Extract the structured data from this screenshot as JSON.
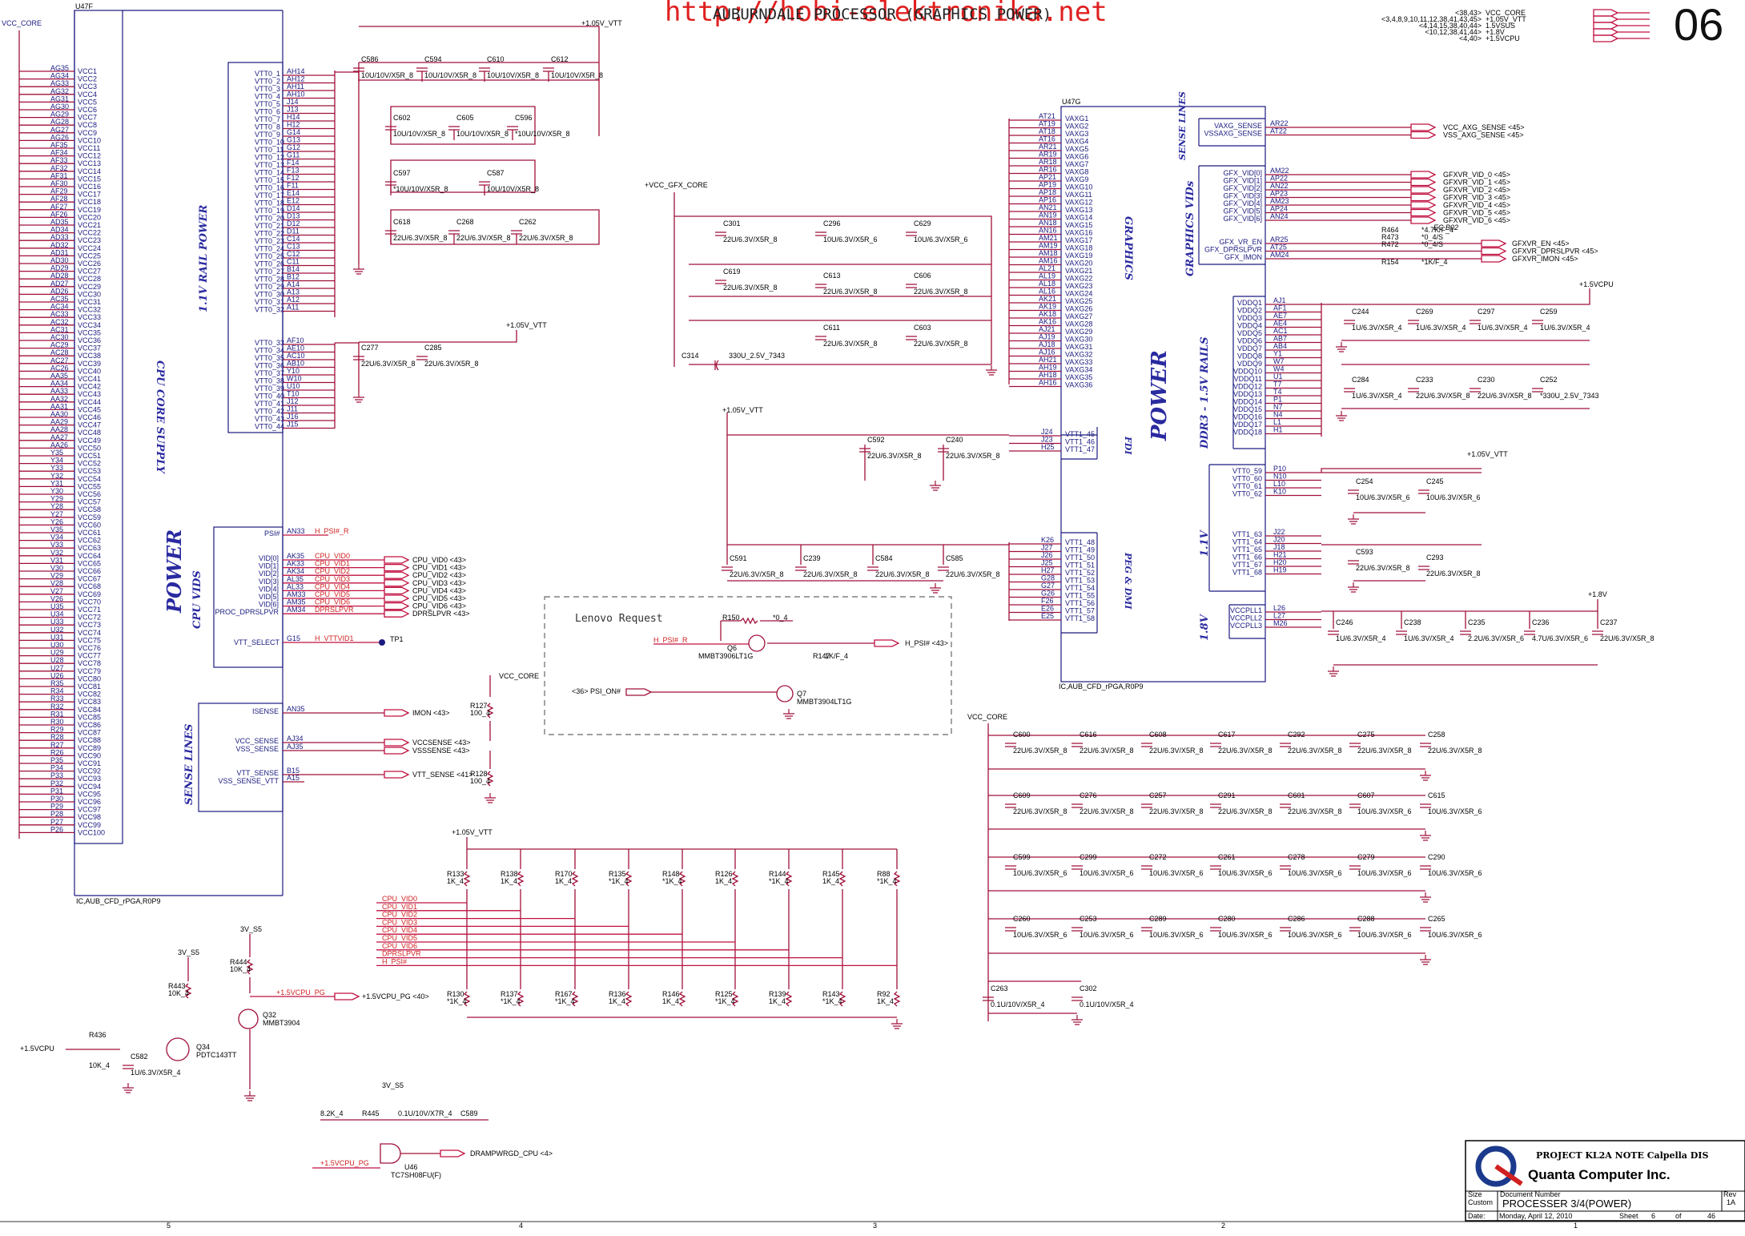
{
  "watermark": "http://hobi-elektronika.net",
  "page_title": "AUBURNDALE PROCESSOR (GRAPHICS POWER)",
  "page_number": "06",
  "offpage": [
    {
      "ref": "<38,43>",
      "net": "VCC_CORE"
    },
    {
      "ref": "<3,4,8,9,10,11,12,38,41,43,45>",
      "net": "+1.05V_VTT"
    },
    {
      "ref": "<4,14,15,38,40,44>",
      "net": "1.5VSUS"
    },
    {
      "ref": "<10,12,38,41,44>",
      "net": "+1.8V"
    },
    {
      "ref": "<4,40>",
      "net": "+1.5VCPU"
    }
  ],
  "u47f": {
    "ref": "U47F",
    "part": "IC,AUB_CFD_rPGA,R0P9",
    "section_core": "CPU CORE SUPPLY",
    "section_rail": "1.1V RAIL POWER",
    "power": "POWER",
    "section_vids": "CPU VIDS",
    "section_sense": "SENSE LINES",
    "vcc_net": "VCC_CORE",
    "vcc_balls": [
      "AG35",
      "AG34",
      "AG33",
      "AG32",
      "AG31",
      "AG30",
      "AG29",
      "AG28",
      "AG27",
      "AG26",
      "AF35",
      "AF34",
      "AF33",
      "AF32",
      "AF31",
      "AF30",
      "AF29",
      "AF28",
      "AF27",
      "AF26",
      "AD35",
      "AD34",
      "AD33",
      "AD32",
      "AD31",
      "AD30",
      "AD29",
      "AD28",
      "AD27",
      "AD26",
      "AC35",
      "AC34",
      "AC33",
      "AC32",
      "AC31",
      "AC30",
      "AC29",
      "AC28",
      "AC27",
      "AC26",
      "AA35",
      "AA34",
      "AA33",
      "AA32",
      "AA31",
      "AA30",
      "AA29",
      "AA28",
      "AA27",
      "AA26",
      "Y35",
      "Y34",
      "Y33",
      "Y32",
      "Y31",
      "Y30",
      "Y29",
      "Y28",
      "Y27",
      "Y26",
      "V35",
      "V34",
      "V33",
      "V32",
      "V31",
      "V30",
      "V29",
      "V28",
      "V27",
      "V26",
      "U35",
      "U34",
      "U33",
      "U32",
      "U31",
      "U30",
      "U29",
      "U28",
      "U27",
      "U26",
      "R35",
      "R34",
      "R33",
      "R32",
      "R31",
      "R30",
      "R29",
      "R28",
      "R27",
      "R26",
      "P35",
      "P34",
      "P33",
      "P32",
      "P31",
      "P30",
      "P29",
      "P28",
      "P27",
      "P26"
    ],
    "vtt_a": {
      "pins": [
        "VTT0_1",
        "VTT0_2",
        "VTT0_3",
        "VTT0_4",
        "VTT0_5",
        "VTT0_6",
        "VTT0_7",
        "VTT0_8",
        "VTT0_9",
        "VTT0_10",
        "VTT0_11",
        "VTT0_12",
        "VTT0_13",
        "VTT0_14",
        "VTT0_15",
        "VTT0_16",
        "VTT0_17",
        "VTT0_18",
        "VTT0_19",
        "VTT0_20",
        "VTT0_21",
        "VTT0_22",
        "VTT0_23",
        "VTT0_24",
        "VTT0_25",
        "VTT0_26",
        "VTT0_27",
        "VTT0_28",
        "VTT0_29",
        "VTT0_30",
        "VTT0_31",
        "VTT0_32"
      ],
      "balls": [
        "AH14",
        "AH12",
        "AH11",
        "AH10",
        "J14",
        "J13",
        "H14",
        "H12",
        "G14",
        "G13",
        "G12",
        "G11",
        "F14",
        "F13",
        "F12",
        "F11",
        "E14",
        "E12",
        "D14",
        "D13",
        "D12",
        "D11",
        "C14",
        "C13",
        "C12",
        "C11",
        "B14",
        "B12",
        "A14",
        "A13",
        "A12",
        "A11"
      ]
    },
    "vtt_b": {
      "pins": [
        "VTT0_33",
        "VTT0_34",
        "VTT0_35",
        "VTT0_36",
        "VTT0_37",
        "VTT0_38",
        "VTT0_39",
        "VTT0_40",
        "VTT0_41",
        "VTT0_42",
        "VTT0_43",
        "VTT0_44"
      ],
      "balls": [
        "AF10",
        "AE10",
        "AC10",
        "AB10",
        "Y10",
        "W10",
        "U10",
        "T10",
        "J12",
        "J11",
        "J16",
        "J15"
      ]
    },
    "psi": {
      "pin": "PSI#",
      "ball": "AN33",
      "net": "H_PSI#_R"
    },
    "vids": [
      {
        "pin": "VID[0]",
        "ball": "AK35",
        "net": "CPU_VID0",
        "ref": "CPU_VID0 <43>"
      },
      {
        "pin": "VID[1]",
        "ball": "AK33",
        "net": "CPU_VID1",
        "ref": "CPU_VID1 <43>"
      },
      {
        "pin": "VID[2]",
        "ball": "AK34",
        "net": "CPU_VID2",
        "ref": "CPU_VID2 <43>"
      },
      {
        "pin": "VID[3]",
        "ball": "AL35",
        "net": "CPU_VID3",
        "ref": "CPU_VID3 <43>"
      },
      {
        "pin": "VID[4]",
        "ball": "AL33",
        "net": "CPU_VID4",
        "ref": "CPU_VID4 <43>"
      },
      {
        "pin": "VID[5]",
        "ball": "AM33",
        "net": "CPU_VID5",
        "ref": "CPU_VID5 <43>"
      },
      {
        "pin": "VID[6]",
        "ball": "AM35",
        "net": "CPU_VID6",
        "ref": "CPU_VID6 <43>"
      },
      {
        "pin": "PROC_DPRSLPVR",
        "ball": "AM34",
        "net": "DPRSLPVR",
        "ref": "DPRSLPVR <43>"
      }
    ],
    "vtt_select": {
      "pin": "VTT_SELECT",
      "ball": "G15",
      "net": "H_VTTVID1",
      "tp": "TP1"
    },
    "isense": {
      "pin": "ISENSE",
      "ball": "AN35",
      "net": "IMON",
      "ref": "<43>"
    },
    "vcc_sense": {
      "pin": "VCC_SENSE",
      "ball": "AJ34",
      "net": "VCCSENSE",
      "ref": "<43>"
    },
    "vss_sense": {
      "pin": "VSS_SENSE",
      "ball": "AJ35",
      "net": "VSSSENSE",
      "ref": "<43>"
    },
    "vtt_sense": {
      "pin": "VTT_SENSE",
      "ball": "B15",
      "net": "VTT_SENSE",
      "ref": "<41>"
    },
    "vss_sense_vtt": {
      "pin": "VSS_SENSE_VTT",
      "ball": "A15"
    }
  },
  "vtt_caps_top": [
    {
      "ref": "C586",
      "val": "10U/10V/X5R_8"
    },
    {
      "ref": "C594",
      "val": "10U/10V/X5R_8"
    },
    {
      "ref": "C610",
      "val": "10U/10V/X5R_8"
    },
    {
      "ref": "C612",
      "val": "10U/10V/X5R_8"
    },
    {
      "ref": "C602",
      "val": "10U/10V/X5R_8"
    },
    {
      "ref": "C605",
      "val": "10U/10V/X5R_8"
    },
    {
      "ref": "C596",
      "val": "*10U/10V/X5R_8"
    },
    {
      "ref": "C597",
      "val": "*10U/10V/X5R_8"
    },
    {
      "ref": "C587",
      "val": "10U/10V/X5R_8"
    },
    {
      "ref": "C618",
      "val": "22U/6.3V/X5R_8"
    },
    {
      "ref": "C268",
      "val": "22U/6.3V/X5R_8"
    },
    {
      "ref": "C262",
      "val": "22U/6.3V/X5R_8"
    }
  ],
  "vtt_caps_mid": [
    {
      "ref": "C277",
      "val": "22U/6.3V/X5R_8"
    },
    {
      "ref": "C285",
      "val": "22U/6.3V/X5R_8"
    }
  ],
  "rail_105": "+1.05V_VTT",
  "rail_gfx": "+VCC_GFX_CORE",
  "gfx_caps": [
    {
      "ref": "C301",
      "val": "22U/6.3V/X5R_8"
    },
    {
      "ref": "C296",
      "val": "10U/6.3V/X5R_6"
    },
    {
      "ref": "C629",
      "val": "10U/6.3V/X5R_6"
    },
    {
      "ref": "C619",
      "val": "22U/6.3V/X5R_8"
    },
    {
      "ref": "C613",
      "val": "22U/6.3V/X5R_8"
    },
    {
      "ref": "C606",
      "val": "22U/6.3V/X5R_8"
    },
    {
      "ref": "C611",
      "val": "22U/6.3V/X5R_8"
    },
    {
      "ref": "C603",
      "val": "22U/6.3V/X5R_8"
    },
    {
      "ref": "C314",
      "val": "330U_2.5V_7343"
    }
  ],
  "u47g": {
    "ref": "U47G",
    "part": "IC,AUB_CFD_rPGA,R0P9",
    "graphics": "GRAPHICS",
    "power": "POWER",
    "fdi": "FDI",
    "peg": "PEG & DMI",
    "sense_lines": "SENSE LINES",
    "graphics_vids": "GRAPHICS VIDs",
    "ddr3": "DDR3 - 1.5V RAILS",
    "v11": "1.1V",
    "v18": "1.8V",
    "vaxg_pins": [
      "VAXG1",
      "VAXG2",
      "VAXG3",
      "VAXG4",
      "VAXG5",
      "VAXG6",
      "VAXG7",
      "VAXG8",
      "VAXG9",
      "VAXG10",
      "VAXG11",
      "VAXG12",
      "VAXG13",
      "VAXG14",
      "VAXG15",
      "VAXG16",
      "VAXG17",
      "VAXG18",
      "VAXG19",
      "VAXG20",
      "VAXG21",
      "VAXG22",
      "VAXG23",
      "VAXG24",
      "VAXG25",
      "VAXG26",
      "VAXG27",
      "VAXG28",
      "VAXG29",
      "VAXG30",
      "VAXG31",
      "VAXG32",
      "VAXG33",
      "VAXG34",
      "VAXG35",
      "VAXG36"
    ],
    "vaxg_balls": [
      "AT21",
      "AT19",
      "AT18",
      "AT16",
      "AR21",
      "AR19",
      "AR18",
      "AR16",
      "AP21",
      "AP19",
      "AP18",
      "AP16",
      "AN21",
      "AN19",
      "AN18",
      "AN16",
      "AM21",
      "AM19",
      "AM18",
      "AM16",
      "AL21",
      "AL19",
      "AL18",
      "AL16",
      "AK21",
      "AK19",
      "AK18",
      "AK16",
      "AJ21",
      "AJ19",
      "AJ18",
      "AJ16",
      "AH21",
      "AH19",
      "AH18",
      "AH16"
    ],
    "fdi_pins": [
      {
        "pin": "VTT1_45",
        "ball": "J24"
      },
      {
        "pin": "VTT1_46",
        "ball": "J23"
      },
      {
        "pin": "VTT1_47",
        "ball": "H25"
      }
    ],
    "peg_pins": [
      {
        "pin": "VTT1_48",
        "ball": "K26"
      },
      {
        "pin": "VTT1_49",
        "ball": "J27"
      },
      {
        "pin": "VTT1_50",
        "ball": "J26"
      },
      {
        "pin": "VTT1_51",
        "ball": "J25"
      },
      {
        "pin": "VTT1_52",
        "ball": "H27"
      },
      {
        "pin": "VTT1_53",
        "ball": "G28"
      },
      {
        "pin": "VTT1_54",
        "ball": "G27"
      },
      {
        "pin": "VTT1_55",
        "ball": "G26"
      },
      {
        "pin": "VTT1_56",
        "ball": "F26"
      },
      {
        "pin": "VTT1_57",
        "ball": "E26"
      },
      {
        "pin": "VTT1_58",
        "ball": "E25"
      }
    ],
    "sense": [
      {
        "pin": "VAXG_SENSE",
        "ball": "AR22",
        "net": "VCC_AXG_SENSE",
        "ref": "<45>"
      },
      {
        "pin": "VSSAXG_SENSE",
        "ball": "AT22",
        "net": "VSS_AXG_SENSE",
        "ref": "<45>"
      }
    ],
    "gfx_vids": [
      {
        "pin": "GFX_VID[0]",
        "ball": "AM22",
        "net": "GFXVR_VID_0",
        "ref": "<45>"
      },
      {
        "pin": "GFX_VID[1]",
        "ball": "AP22",
        "net": "GFXVR_VID_1",
        "ref": "<45>"
      },
      {
        "pin": "GFX_VID[2]",
        "ball": "AN22",
        "net": "GFXVR_VID_2",
        "ref": "<45>"
      },
      {
        "pin": "GFX_VID[3]",
        "ball": "AP23",
        "net": "GFXVR_VID_3",
        "ref": "<45>"
      },
      {
        "pin": "GFX_VID[4]",
        "ball": "AM23",
        "net": "GFXVR_VID_4",
        "ref": "<45>"
      },
      {
        "pin": "GFX_VID[5]",
        "ball": "AP24",
        "net": "GFXVR_VID_5",
        "ref": "<45>"
      },
      {
        "pin": "GFX_VID[6]",
        "ball": "AN24",
        "net": "GFXVR_VID_6",
        "ref": "<45>"
      }
    ],
    "gfx_ctl": [
      {
        "pin": "GFX_VR_EN",
        "ball": "AR25",
        "net": "GFXVR_EN",
        "ref": "<45>"
      },
      {
        "pin": "GFX_DPRSLPVR",
        "ball": "AT25",
        "net": "GFXVR_DPRSLPVR",
        "ref": "<45>"
      },
      {
        "pin": "GFX_IMON",
        "ball": "AM24",
        "net": "GFXVR_IMON",
        "ref": "<45>"
      }
    ],
    "gfx_res": [
      {
        "ref": "R464",
        "val": "*4.7K/F_4"
      },
      {
        "ref": "R473",
        "val": "*0_4/S"
      },
      {
        "ref": "R472",
        "val": "*0_4/S"
      },
      {
        "ref": "R154",
        "val": "*1K/F_4"
      }
    ],
    "ec_note": "EC B02",
    "vddq_pins": [
      "VDDQ1",
      "VDDQ2",
      "VDDQ3",
      "VDDQ4",
      "VDDQ5",
      "VDDQ6",
      "VDDQ7",
      "VDDQ8",
      "VDDQ9",
      "VDDQ10",
      "VDDQ11",
      "VDDQ12",
      "VDDQ13",
      "VDDQ14",
      "VDDQ15",
      "VDDQ16",
      "VDDQ17",
      "VDDQ18"
    ],
    "vddq_balls": [
      "AJ1",
      "AF1",
      "AE7",
      "AE4",
      "AC1",
      "AB7",
      "AB4",
      "Y1",
      "W7",
      "W4",
      "U1",
      "T7",
      "T4",
      "P1",
      "N7",
      "N4",
      "L1",
      "H1"
    ],
    "vtt0_pins": [
      {
        "pin": "VTT0_59",
        "ball": "P10"
      },
      {
        "pin": "VTT0_60",
        "ball": "N10"
      },
      {
        "pin": "VTT0_61",
        "ball": "L10"
      },
      {
        "pin": "VTT0_62",
        "ball": "K10"
      }
    ],
    "vtt1_pins": [
      {
        "pin": "VTT1_63",
        "ball": "J22"
      },
      {
        "pin": "VTT1_64",
        "ball": "J20"
      },
      {
        "pin": "VTT1_65",
        "ball": "J18"
      },
      {
        "pin": "VTT1_66",
        "ball": "H21"
      },
      {
        "pin": "VTT1_67",
        "ball": "H20"
      },
      {
        "pin": "VTT1_68",
        "ball": "H19"
      }
    ],
    "vccpll_pins": [
      {
        "pin": "VCCPLL1",
        "ball": "L26"
      },
      {
        "pin": "VCCPLL2",
        "ball": "L27"
      },
      {
        "pin": "VCCPLL3",
        "ball": "M26"
      }
    ]
  },
  "ddr_rail": "+1.5VCPU",
  "ddr_caps": [
    {
      "ref": "C244",
      "val": "1U/6.3V/X5R_4"
    },
    {
      "ref": "C269",
      "val": "1U/6.3V/X5R_4"
    },
    {
      "ref": "C297",
      "val": "1U/6.3V/X5R_4"
    },
    {
      "ref": "C259",
      "val": "1U/6.3V/X5R_4"
    },
    {
      "ref": "C284",
      "val": "1U/6.3V/X5R_4"
    },
    {
      "ref": "C233",
      "val": "22U/6.3V/X5R_8"
    },
    {
      "ref": "C230",
      "val": "22U/6.3V/X5R_8"
    },
    {
      "ref": "C252",
      "val": "*330U_2.5V_7343"
    }
  ],
  "vtt_r_caps": [
    {
      "ref": "C254",
      "val": "10U/6.3V/X5R_6"
    },
    {
      "ref": "C245",
      "val": "10U/6.3V/X5R_6"
    },
    {
      "ref": "C593",
      "val": "22U/6.3V/X5R_8"
    },
    {
      "ref": "C293",
      "val": "22U/6.3V/X5R_8"
    }
  ],
  "rail_18": "+1.8V",
  "pll_caps": [
    {
      "ref": "C246",
      "val": "1U/6.3V/X5R_4"
    },
    {
      "ref": "C238",
      "val": "1U/6.3V/X5R_4"
    },
    {
      "ref": "C235",
      "val": "2.2U/6.3V/X5R_6"
    },
    {
      "ref": "C236",
      "val": "4.7U/6.3V/X5R_6"
    },
    {
      "ref": "C237",
      "val": "22U/6.3V/X5R_8"
    }
  ],
  "fdi_caps": [
    {
      "ref": "C592",
      "val": "22U/6.3V/X5R_8"
    },
    {
      "ref": "C240",
      "val": "22U/6.3V/X5R_8"
    }
  ],
  "peg_caps": [
    {
      "ref": "C591",
      "val": "22U/6.3V/X5R_8"
    },
    {
      "ref": "C239",
      "val": "22U/6.3V/X5R_8"
    },
    {
      "ref": "C584",
      "val": "22U/6.3V/X5R_8"
    },
    {
      "ref": "C585",
      "val": "22U/6.3V/X5R_8"
    }
  ],
  "lenovo": {
    "title": "Lenovo Request",
    "r150": "R150",
    "r150_val": "*0_4",
    "h_psi_r": "H_PSI#_R",
    "q6": "Q6",
    "q6_part": "MMBT3906LT1G",
    "r147": "R147",
    "r147_val": "1K/F_4",
    "h_psi": "H_PSI#",
    "h_psi_ref": "<43>",
    "psi_on": "PSI_ON#",
    "psi_on_ref": "<36>",
    "q7": "Q7",
    "q7_part": "MMBT3904LT1G"
  },
  "sense_res": {
    "vcc_core": "VCC_CORE",
    "r127": "R127",
    "r127_val": "100_4",
    "r128": "R128",
    "r128_val": "100_4"
  },
  "vcc_core_caps": [
    {
      "ref": "C600",
      "val": "22U/6.3V/X5R_8"
    },
    {
      "ref": "C616",
      "val": "22U/6.3V/X5R_8"
    },
    {
      "ref": "C608",
      "val": "22U/6.3V/X5R_8"
    },
    {
      "ref": "C617",
      "val": "22U/6.3V/X5R_8"
    },
    {
      "ref": "C292",
      "val": "22U/6.3V/X5R_8"
    },
    {
      "ref": "C275",
      "val": "22U/6.3V/X5R_8"
    },
    {
      "ref": "C258",
      "val": "22U/6.3V/X5R_8"
    },
    {
      "ref": "C609",
      "val": "22U/6.3V/X5R_8"
    },
    {
      "ref": "C276",
      "val": "22U/6.3V/X5R_8"
    },
    {
      "ref": "C257",
      "val": "22U/6.3V/X5R_8"
    },
    {
      "ref": "C291",
      "val": "22U/6.3V/X5R_8"
    },
    {
      "ref": "C601",
      "val": "22U/6.3V/X5R_8"
    },
    {
      "ref": "C607",
      "val": "10U/6.3V/X5R_6"
    },
    {
      "ref": "C615",
      "val": "10U/6.3V/X5R_6"
    },
    {
      "ref": "C599",
      "val": "10U/6.3V/X5R_6"
    },
    {
      "ref": "C299",
      "val": "10U/6.3V/X5R_6"
    },
    {
      "ref": "C272",
      "val": "10U/6.3V/X5R_6"
    },
    {
      "ref": "C261",
      "val": "10U/6.3V/X5R_6"
    },
    {
      "ref": "C278",
      "val": "10U/6.3V/X5R_6"
    },
    {
      "ref": "C279",
      "val": "10U/6.3V/X5R_6"
    },
    {
      "ref": "C290",
      "val": "10U/6.3V/X5R_6"
    },
    {
      "ref": "C260",
      "val": "10U/6.3V/X5R_6"
    },
    {
      "ref": "C253",
      "val": "10U/6.3V/X5R_6"
    },
    {
      "ref": "C289",
      "val": "10U/6.3V/X5R_6"
    },
    {
      "ref": "C280",
      "val": "10U/6.3V/X5R_6"
    },
    {
      "ref": "C286",
      "val": "10U/6.3V/X5R_6"
    },
    {
      "ref": "C288",
      "val": "10U/6.3V/X5R_6"
    },
    {
      "ref": "C265",
      "val": "10U/6.3V/X5R_6"
    }
  ],
  "small_caps": [
    {
      "ref": "C263",
      "val": "0.1U/10V/X5R_4"
    },
    {
      "ref": "C302",
      "val": "0.1U/10V/X5R_4"
    }
  ],
  "pullups": [
    {
      "ref": "R133",
      "val": "1K_4"
    },
    {
      "ref": "R138",
      "val": "1K_4"
    },
    {
      "ref": "R170",
      "val": "1K_4"
    },
    {
      "ref": "R135",
      "val": "*1K_4"
    },
    {
      "ref": "R148",
      "val": "*1K_4"
    },
    {
      "ref": "R126",
      "val": "1K_4"
    },
    {
      "ref": "R144",
      "val": "*1K_4"
    },
    {
      "ref": "R145",
      "val": "1K_4"
    },
    {
      "ref": "R88",
      "val": "*1K_4"
    }
  ],
  "pulldowns": [
    {
      "ref": "R130",
      "val": "*1K_4"
    },
    {
      "ref": "R137",
      "val": "*1K_4"
    },
    {
      "ref": "R167",
      "val": "*1K_4"
    },
    {
      "ref": "R136",
      "val": "1K_4"
    },
    {
      "ref": "R146",
      "val": "1K_4"
    },
    {
      "ref": "R125",
      "val": "*1K_4"
    },
    {
      "ref": "R139",
      "val": "1K_4"
    },
    {
      "ref": "R143",
      "val": "*1K_4"
    },
    {
      "ref": "R92",
      "val": "1K_4"
    }
  ],
  "strap_nets": [
    "CPU_VID0",
    "CPU_VID1",
    "CPU_VID2",
    "CPU_VID3",
    "CPU_VID4",
    "CPU_VID5",
    "CPU_VID6",
    "DPRSLPVR",
    "H_PSI#"
  ],
  "pg": {
    "v3s5a": "3V_S5",
    "v3s5b": "3V_S5",
    "v3s5c": "3V_S5",
    "r444": "R444",
    "r444_val": "10K_4",
    "r443": "R443",
    "r443_val": "10K_4",
    "pg_net": "+1.5VCPU_PG",
    "pg_ref": "<40>",
    "q32": "Q32",
    "q32_part": "MMBT3904",
    "q34": "Q34",
    "q34_part": "PDTC143TT",
    "r436": "R436",
    "r436_val": "10K_4",
    "vcpu": "+1.5VCPU",
    "c582": "C582",
    "c582_val": "1U/6.3V/X5R_4",
    "r445": "R445",
    "r445_val": "8.2K_4",
    "c589": "C589",
    "c589_val": "0.1U/10V/X7R_4",
    "u46": "U46",
    "u46_part": "TC7SH08FU(F)",
    "drampwrgd": "DRAMPWRGD_CPU",
    "drampwrgd_ref": "<4>"
  },
  "title_block": {
    "project": "PROJECT KL2A NOTE Calpella DIS",
    "company": "Quanta Computer Inc.",
    "size_label": "Size",
    "size": "Custom",
    "docnum_label": "Document Number",
    "doc": "PROCESSER 3/4(POWER)",
    "rev_label": "Rev",
    "rev": "1A",
    "date_label": "Date:",
    "date": "Monday, April 12, 2010",
    "sheet_label": "Sheet",
    "sheet": "6",
    "of_label": "of",
    "total": "46"
  },
  "grid_numbers": [
    "5",
    "4",
    "3",
    "2",
    "1"
  ]
}
